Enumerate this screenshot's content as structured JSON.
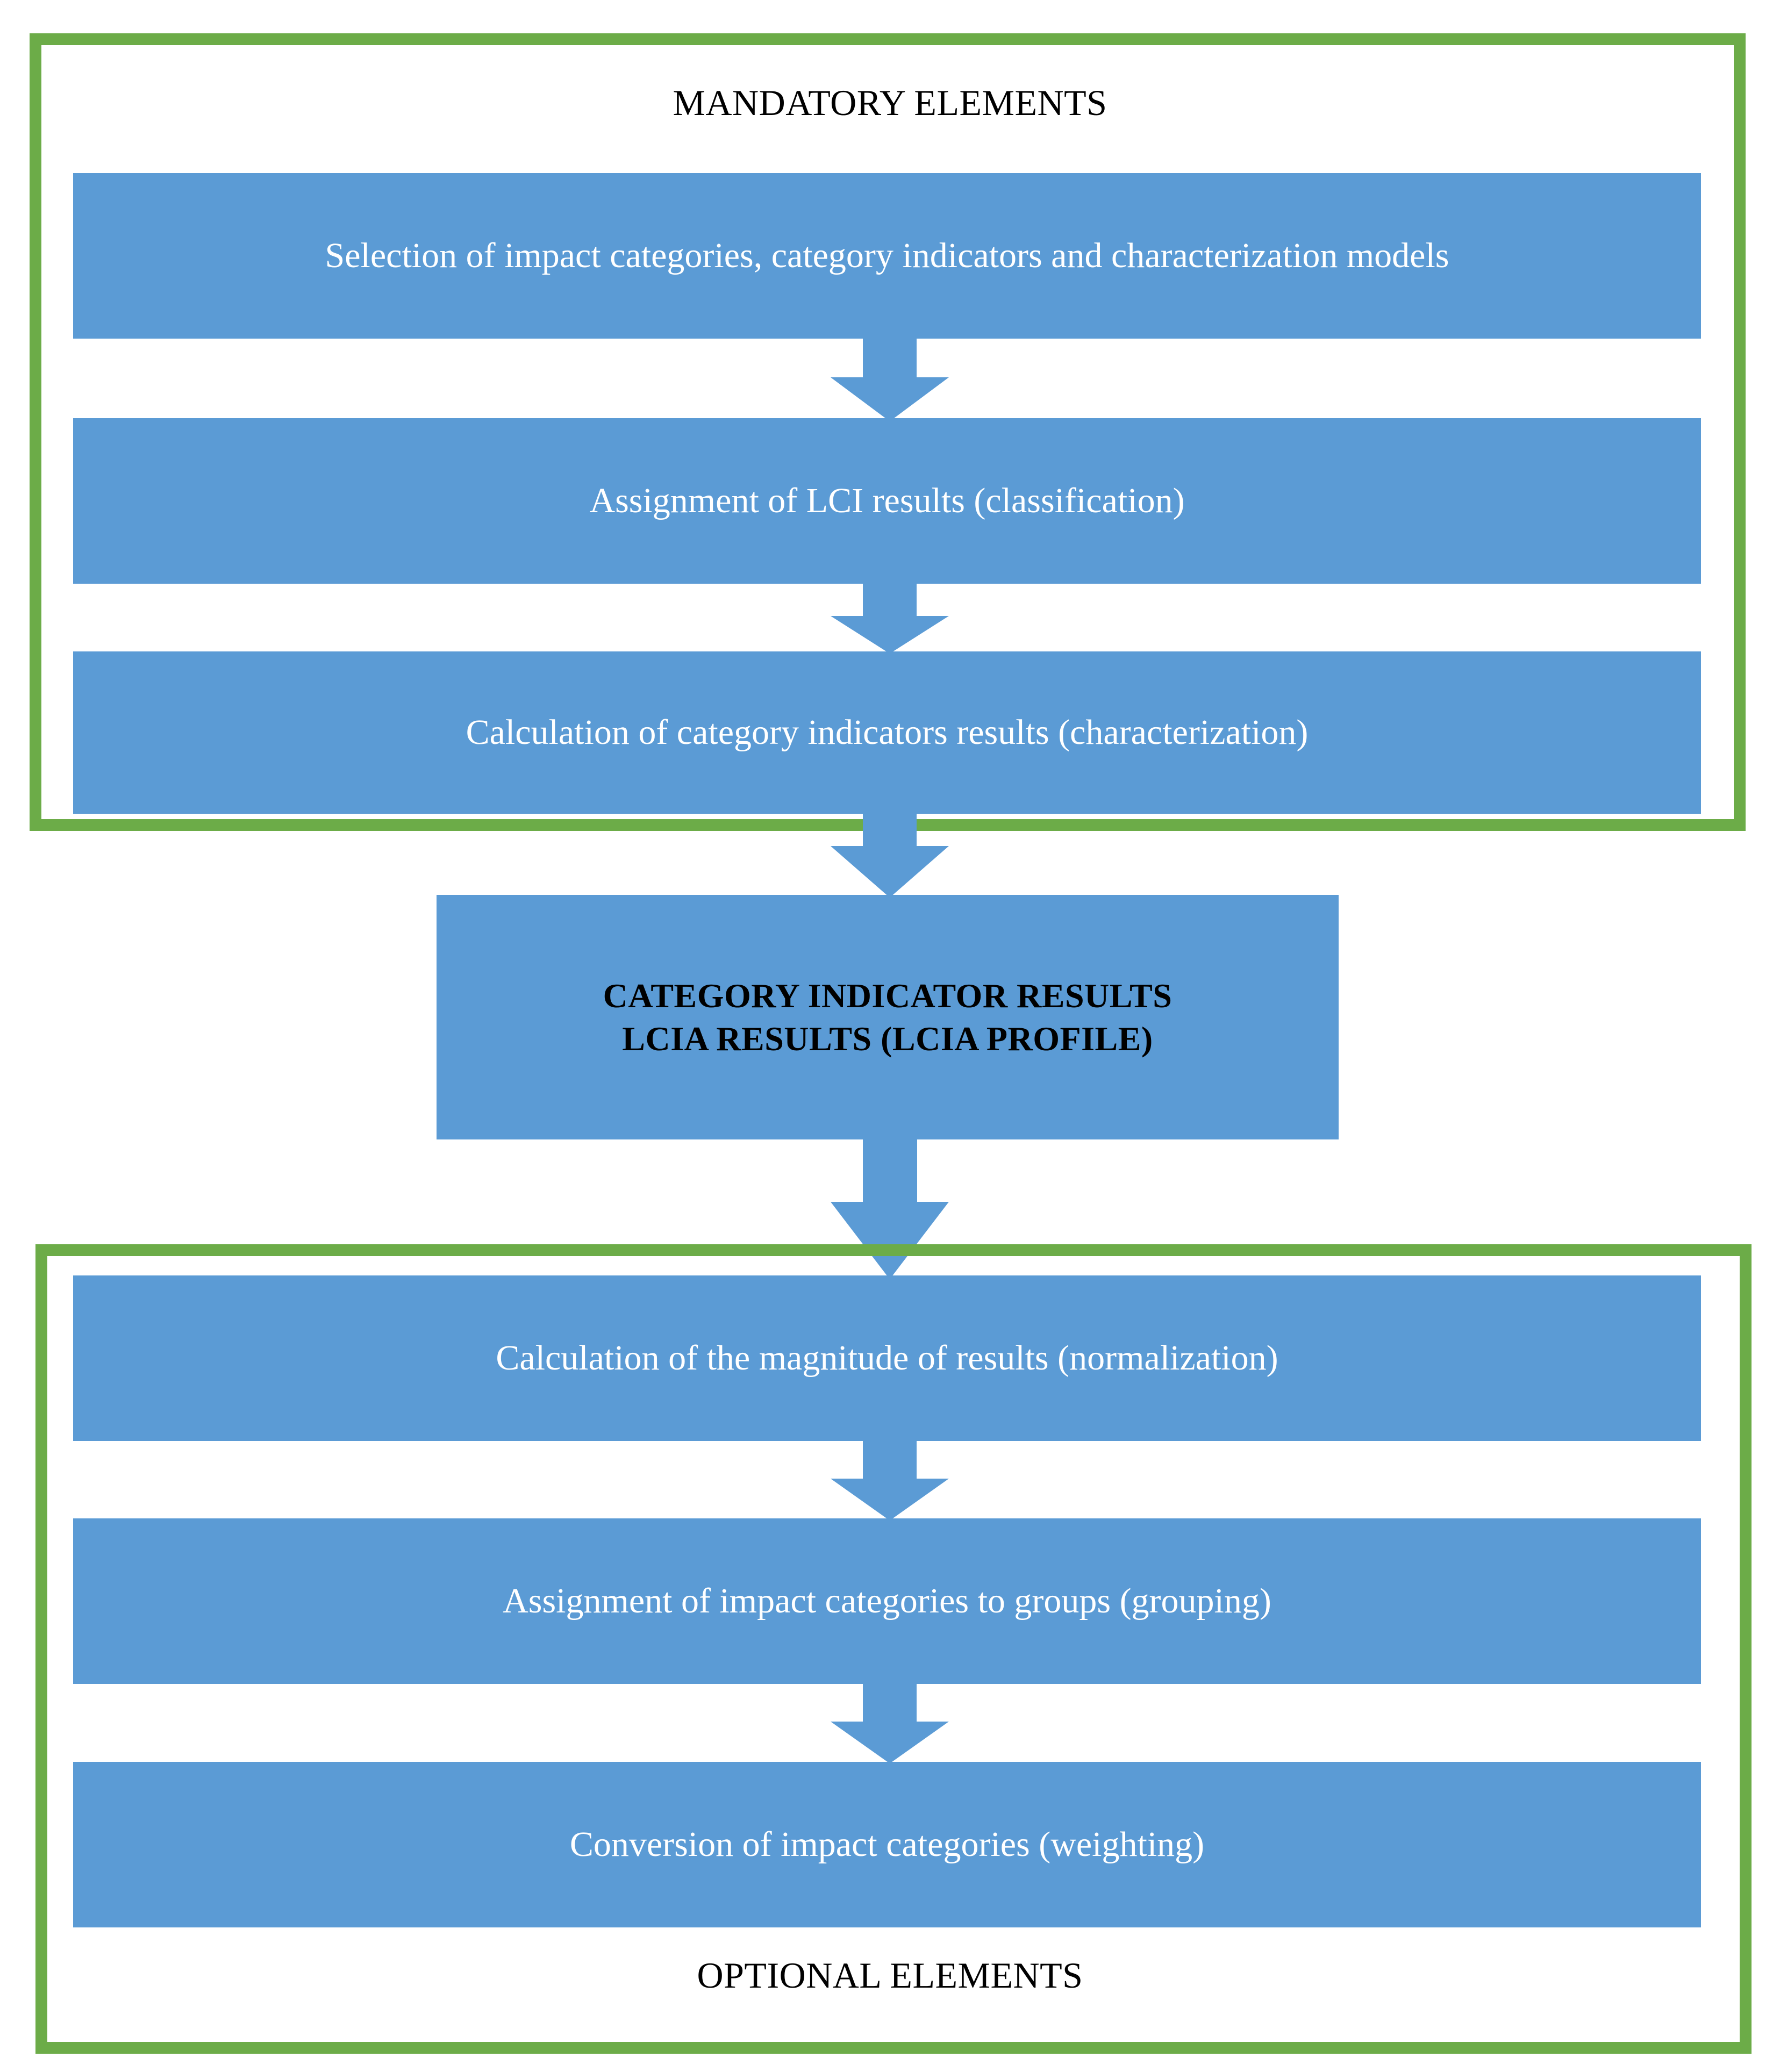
{
  "diagram": {
    "title": "LCIA mandatory and optional elements flowchart",
    "colors": {
      "box_fill": "#5b9bd5",
      "frame_border": "#6cac48",
      "box_text_light": "#ffffff",
      "box_text_dark": "#000000",
      "background": "#ffffff"
    }
  },
  "sections": {
    "mandatory": {
      "caption": "MANDATORY ELEMENTS",
      "steps": [
        {
          "id": "selection",
          "label": "Selection of impact categories, category indicators and characterization models"
        },
        {
          "id": "classification",
          "label": "Assignment of LCI results (classification)"
        },
        {
          "id": "characterization",
          "label": "Calculation of category indicators results (characterization)"
        }
      ]
    },
    "optional": {
      "caption": "OPTIONAL ELEMENTS",
      "steps": [
        {
          "id": "normalization",
          "label": "Calculation of the magnitude of results (normalization)"
        },
        {
          "id": "grouping",
          "label": "Assignment of impact categories to groups (grouping)"
        },
        {
          "id": "weighting",
          "label": "Conversion of impact categories (weighting)"
        }
      ]
    }
  },
  "results_box": {
    "line1": "CATEGORY INDICATOR RESULTS",
    "line2": "LCIA RESULTS (LCIA PROFILE)"
  },
  "arrows": [
    {
      "id": "arrow-1",
      "from": "selection",
      "to": "classification",
      "direction": "down"
    },
    {
      "id": "arrow-2",
      "from": "classification",
      "to": "characterization",
      "direction": "down"
    },
    {
      "id": "arrow-3",
      "from": "characterization",
      "to": "results",
      "direction": "down"
    },
    {
      "id": "arrow-4",
      "from": "results",
      "to": "normalization",
      "direction": "down"
    },
    {
      "id": "arrow-5",
      "from": "normalization",
      "to": "grouping",
      "direction": "down"
    },
    {
      "id": "arrow-6",
      "from": "grouping",
      "to": "weighting",
      "direction": "down"
    }
  ]
}
